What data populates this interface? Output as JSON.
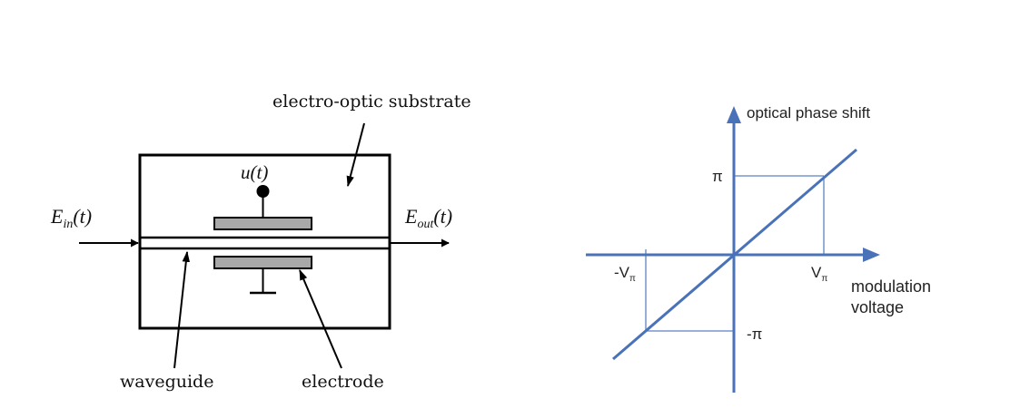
{
  "modulator": {
    "substrate_label": "electro-optic substrate",
    "voltage_label": "u(t)",
    "input_field": {
      "symbol": "E",
      "subscript": "in",
      "arg": "(t)"
    },
    "output_field": {
      "symbol": "E",
      "subscript": "out",
      "arg": "(t)"
    },
    "waveguide_label": "waveguide",
    "electrode_label": "electrode"
  },
  "phase_plot": {
    "y_axis_label": "optical phase shift",
    "x_axis_label_line1": "modulation",
    "x_axis_label_line2": "voltage",
    "pos_phase_label": "π",
    "neg_phase_label": "-π",
    "pos_voltage": {
      "base": "V",
      "subscript": "π"
    },
    "neg_voltage": {
      "base": "-V",
      "subscript": "π"
    },
    "accent_color": "#4a72b8",
    "guide_color": "#5b82c0"
  }
}
